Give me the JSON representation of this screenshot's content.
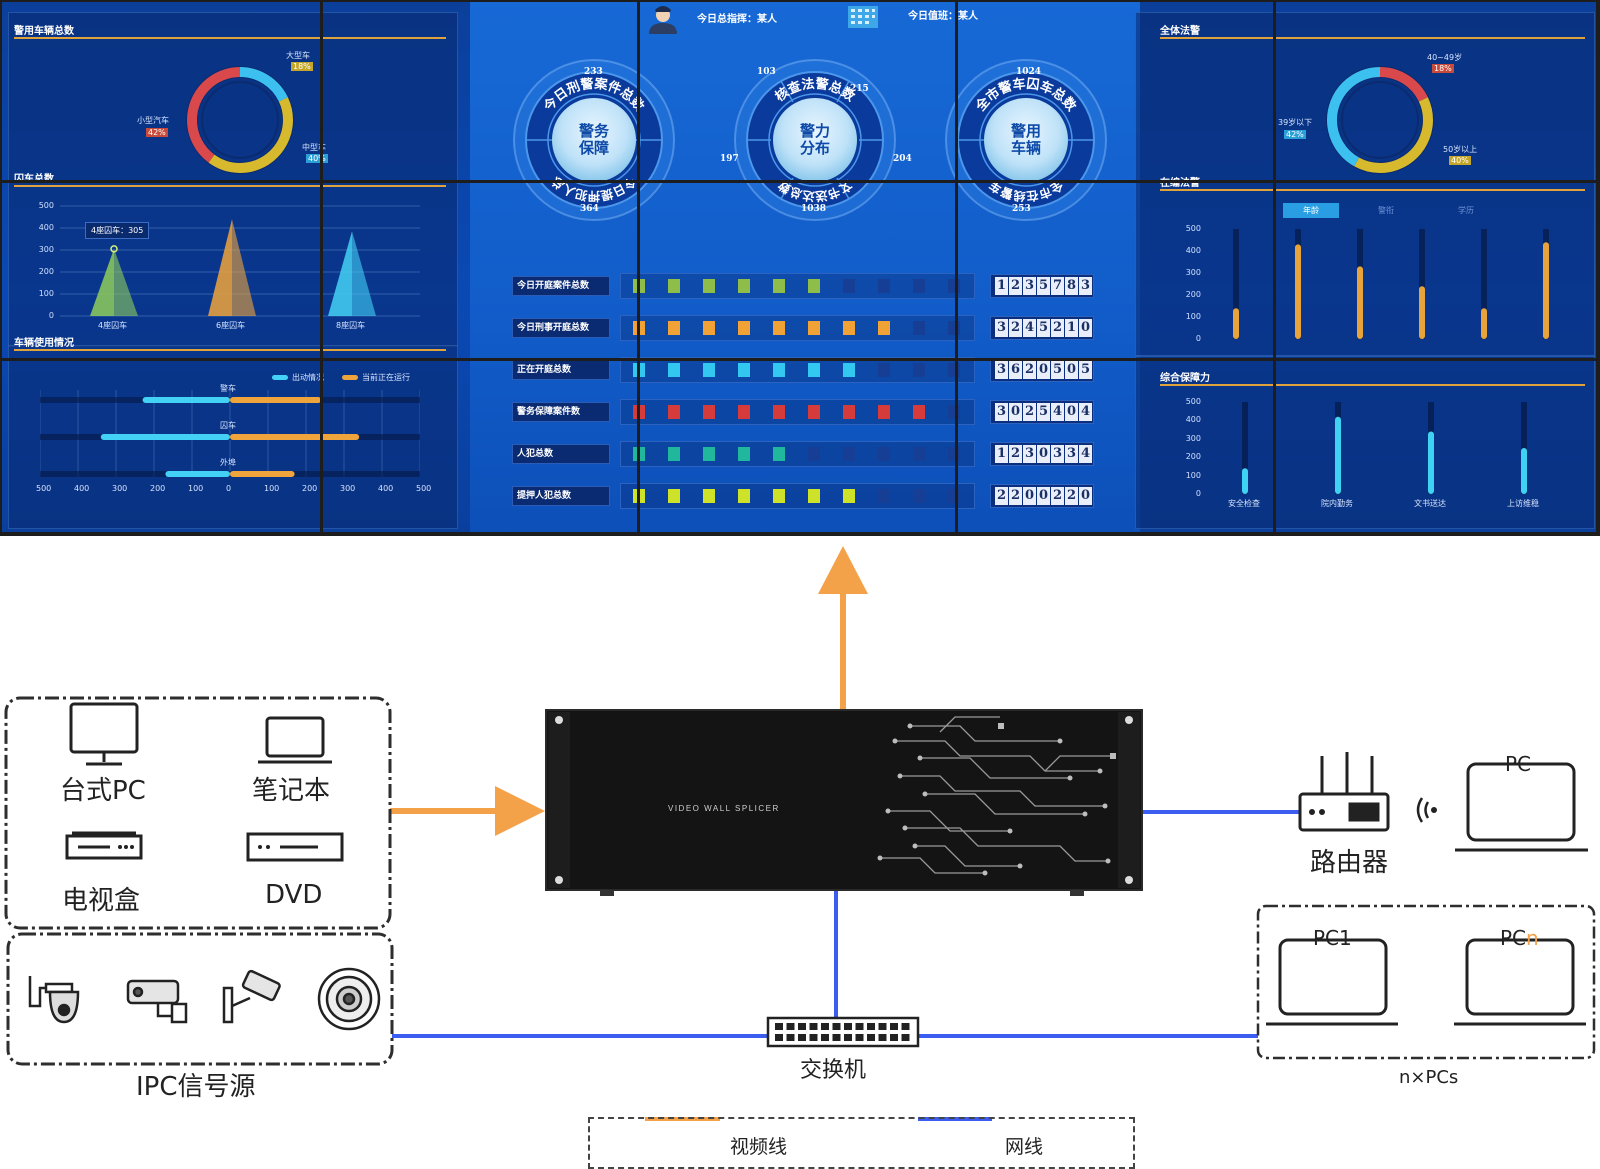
{
  "colors": {
    "video_line": "#f4a24a",
    "network_line": "#3b5ef0",
    "wall_bezel": "#1d1d1d",
    "panel_gold": "#e0a33c"
  },
  "wall": {
    "header": {
      "commander_label": "今日总指挥：某人",
      "duty_label": "今日值班：某人",
      "avatar_icon": "officer-avatar-icon",
      "calendar_icon": "duty-grid-icon"
    },
    "left": {
      "vehicles_total": {
        "title": "警用车辆总数",
        "segments": [
          {
            "label": "大型车",
            "percent": "18%",
            "color": "#3cc0ef"
          },
          {
            "label": "小型汽车",
            "percent": "42%",
            "color": "#d6b92c"
          },
          {
            "label": "中型车",
            "percent": "40%",
            "color": "#d9484b"
          }
        ]
      },
      "prison_cars": {
        "title": "囚车总数",
        "y_ticks": [
          "500",
          "400",
          "300",
          "200",
          "100",
          "0"
        ],
        "tooltip": "4座囚车：305",
        "bars": [
          {
            "label": "4座囚车",
            "value": 305,
            "color": "#8fcd5c"
          },
          {
            "label": "6座囚车",
            "value": 440,
            "color": "#f0a53c"
          },
          {
            "label": "8座囚车",
            "value": 385,
            "color": "#43d1f5"
          }
        ]
      },
      "usage": {
        "title": "车辆使用情况",
        "legend": [
          "出动情况",
          "当前正在运行"
        ],
        "categories": [
          "警车",
          "囚车",
          "外埠"
        ],
        "dispatched": [
          230,
          340,
          170
        ],
        "running": [
          240,
          340,
          170
        ],
        "x_ticks": [
          "500",
          "400",
          "300",
          "200",
          "100",
          "0",
          "100",
          "200",
          "300",
          "400",
          "500"
        ]
      }
    },
    "center": {
      "dials": [
        {
          "center": "警务\n保障",
          "ring_text": "今日刑警案件总数",
          "lower_text": "今日提押犯人总",
          "top": "233",
          "bottom": "364",
          "left": "",
          "right": ""
        },
        {
          "center": "警力\n分布",
          "ring_text": "核查法警总数",
          "lower_text": "文书送达总数",
          "top": "103",
          "top2": "215",
          "bottom": "1038",
          "left": "197",
          "right": "204"
        },
        {
          "center": "警用\n车辆",
          "ring_text": "全市警车囚车总数",
          "lower_text": "全市在线警车",
          "top": "1024",
          "bottom": "253",
          "left": "",
          "right": ""
        }
      ],
      "stats": [
        {
          "label": "今日开庭案件总数",
          "value": "1235783",
          "lit": 6,
          "color": "#8fbd4a"
        },
        {
          "label": "今日刑事开庭总数",
          "value": "3245210",
          "lit": 8,
          "color": "#f0a236"
        },
        {
          "label": "正在开庭总数",
          "value": "3620505",
          "lit": 7,
          "color": "#33c8f0"
        },
        {
          "label": "警务保障案件数",
          "value": "3025404",
          "lit": 9,
          "color": "#d63b3b"
        },
        {
          "label": "人犯总数",
          "value": "1230334",
          "lit": 5,
          "color": "#21b79c"
        },
        {
          "label": "提押人犯总数",
          "value": "2200220",
          "lit": 7,
          "color": "#cfe22a"
        }
      ]
    },
    "right": {
      "bailiffs": {
        "title": "全体法警",
        "segments": [
          {
            "label": "40~49岁",
            "percent": "18%",
            "color": "#d9484b"
          },
          {
            "label": "39岁以下",
            "percent": "42%",
            "color": "#3cc0ef"
          },
          {
            "label": "50岁以上",
            "percent": "40%",
            "color": "#d6b92c"
          }
        ]
      },
      "on_duty": {
        "title": "在编法警",
        "tabs": [
          "年龄",
          "警衔",
          "学历"
        ],
        "y_ticks": [
          "500",
          "400",
          "300",
          "200",
          "100",
          "0"
        ],
        "values": [
          140,
          430,
          330,
          240,
          140,
          440
        ]
      },
      "support": {
        "title": "综合保障力",
        "y_ticks": [
          "500",
          "400",
          "300",
          "200",
          "100",
          "0"
        ],
        "categories": [
          "安全检查",
          "院内勤务",
          "文书送达",
          "上访维稳"
        ],
        "values": [
          140,
          420,
          340,
          250
        ]
      }
    }
  },
  "splicer": {
    "label": "VIDEO WALL SPLICER"
  },
  "sources": {
    "devices": [
      {
        "label": "台式PC",
        "icon": "desktop-monitor-icon"
      },
      {
        "label": "笔记本",
        "icon": "laptop-icon"
      },
      {
        "label": "电视盒",
        "icon": "tv-box-icon"
      },
      {
        "label": "DVD",
        "icon": "dvd-player-icon"
      }
    ],
    "ipc_label": "IPC信号源",
    "ipc_icons": [
      "ptz-dome-camera-icon",
      "bullet-camera-icon",
      "wall-camera-icon",
      "dome-camera-icon"
    ]
  },
  "network": {
    "router_label": "路由器",
    "switch_label": "交换机",
    "pc_label": "PC",
    "pc1_label": "PC1",
    "pcn_prefix": "PC",
    "pcn_suffix": "n",
    "npcs_label": "n×PCs"
  },
  "legend": {
    "video": "视频线",
    "network": "网线"
  }
}
